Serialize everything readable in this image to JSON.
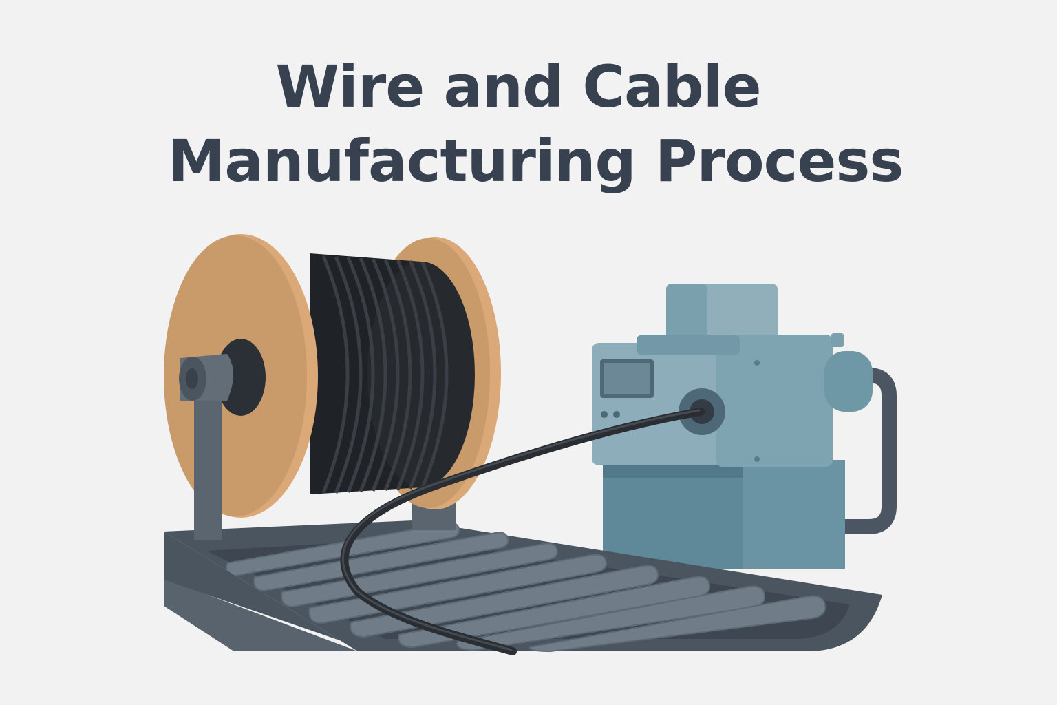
{
  "title": {
    "line1": "Wire and Cable",
    "line2": "Manufacturing Process"
  },
  "colors": {
    "background": "#f2f2f2",
    "title_text": "#37414f",
    "spool_wood": "#c99a6a",
    "spool_wood_edge": "#dba877",
    "cable": "#1f2226",
    "machine_blue": "#7aa0ad",
    "machine_dark": "#5b8290",
    "conveyor_frame": "#4b5560",
    "roller": "#6f7c88"
  },
  "icons": [
    "cable-spool-illustration",
    "extruder-machine-illustration",
    "roller-conveyor-illustration"
  ]
}
